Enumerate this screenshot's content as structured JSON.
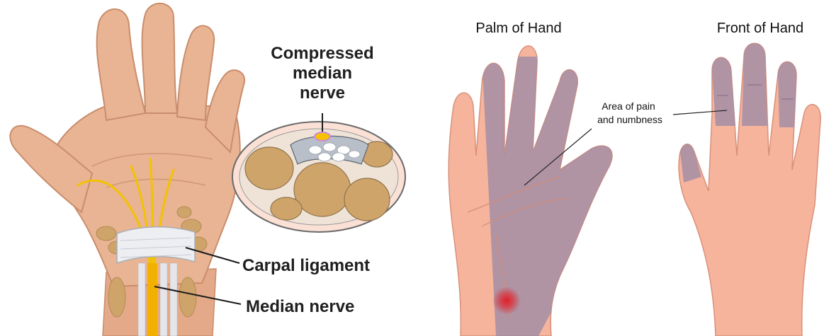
{
  "left_panel": {
    "compressed_label": [
      "Compressed",
      "median",
      "nerve"
    ],
    "carpal_label": "Carpal ligament",
    "median_label": "Median nerve"
  },
  "right_panel": {
    "palm_title": "Palm of Hand",
    "front_title": "Front of Hand",
    "pain_label": [
      "Area of pain",
      "and numbness"
    ]
  },
  "colors": {
    "skin_left": "#e9b493",
    "skin_right": "#f6b49c",
    "nerve": "#f2c200",
    "affected_area": "#9c8aa6",
    "pain_point": "#e0202a",
    "bone": "#cfa46b"
  }
}
